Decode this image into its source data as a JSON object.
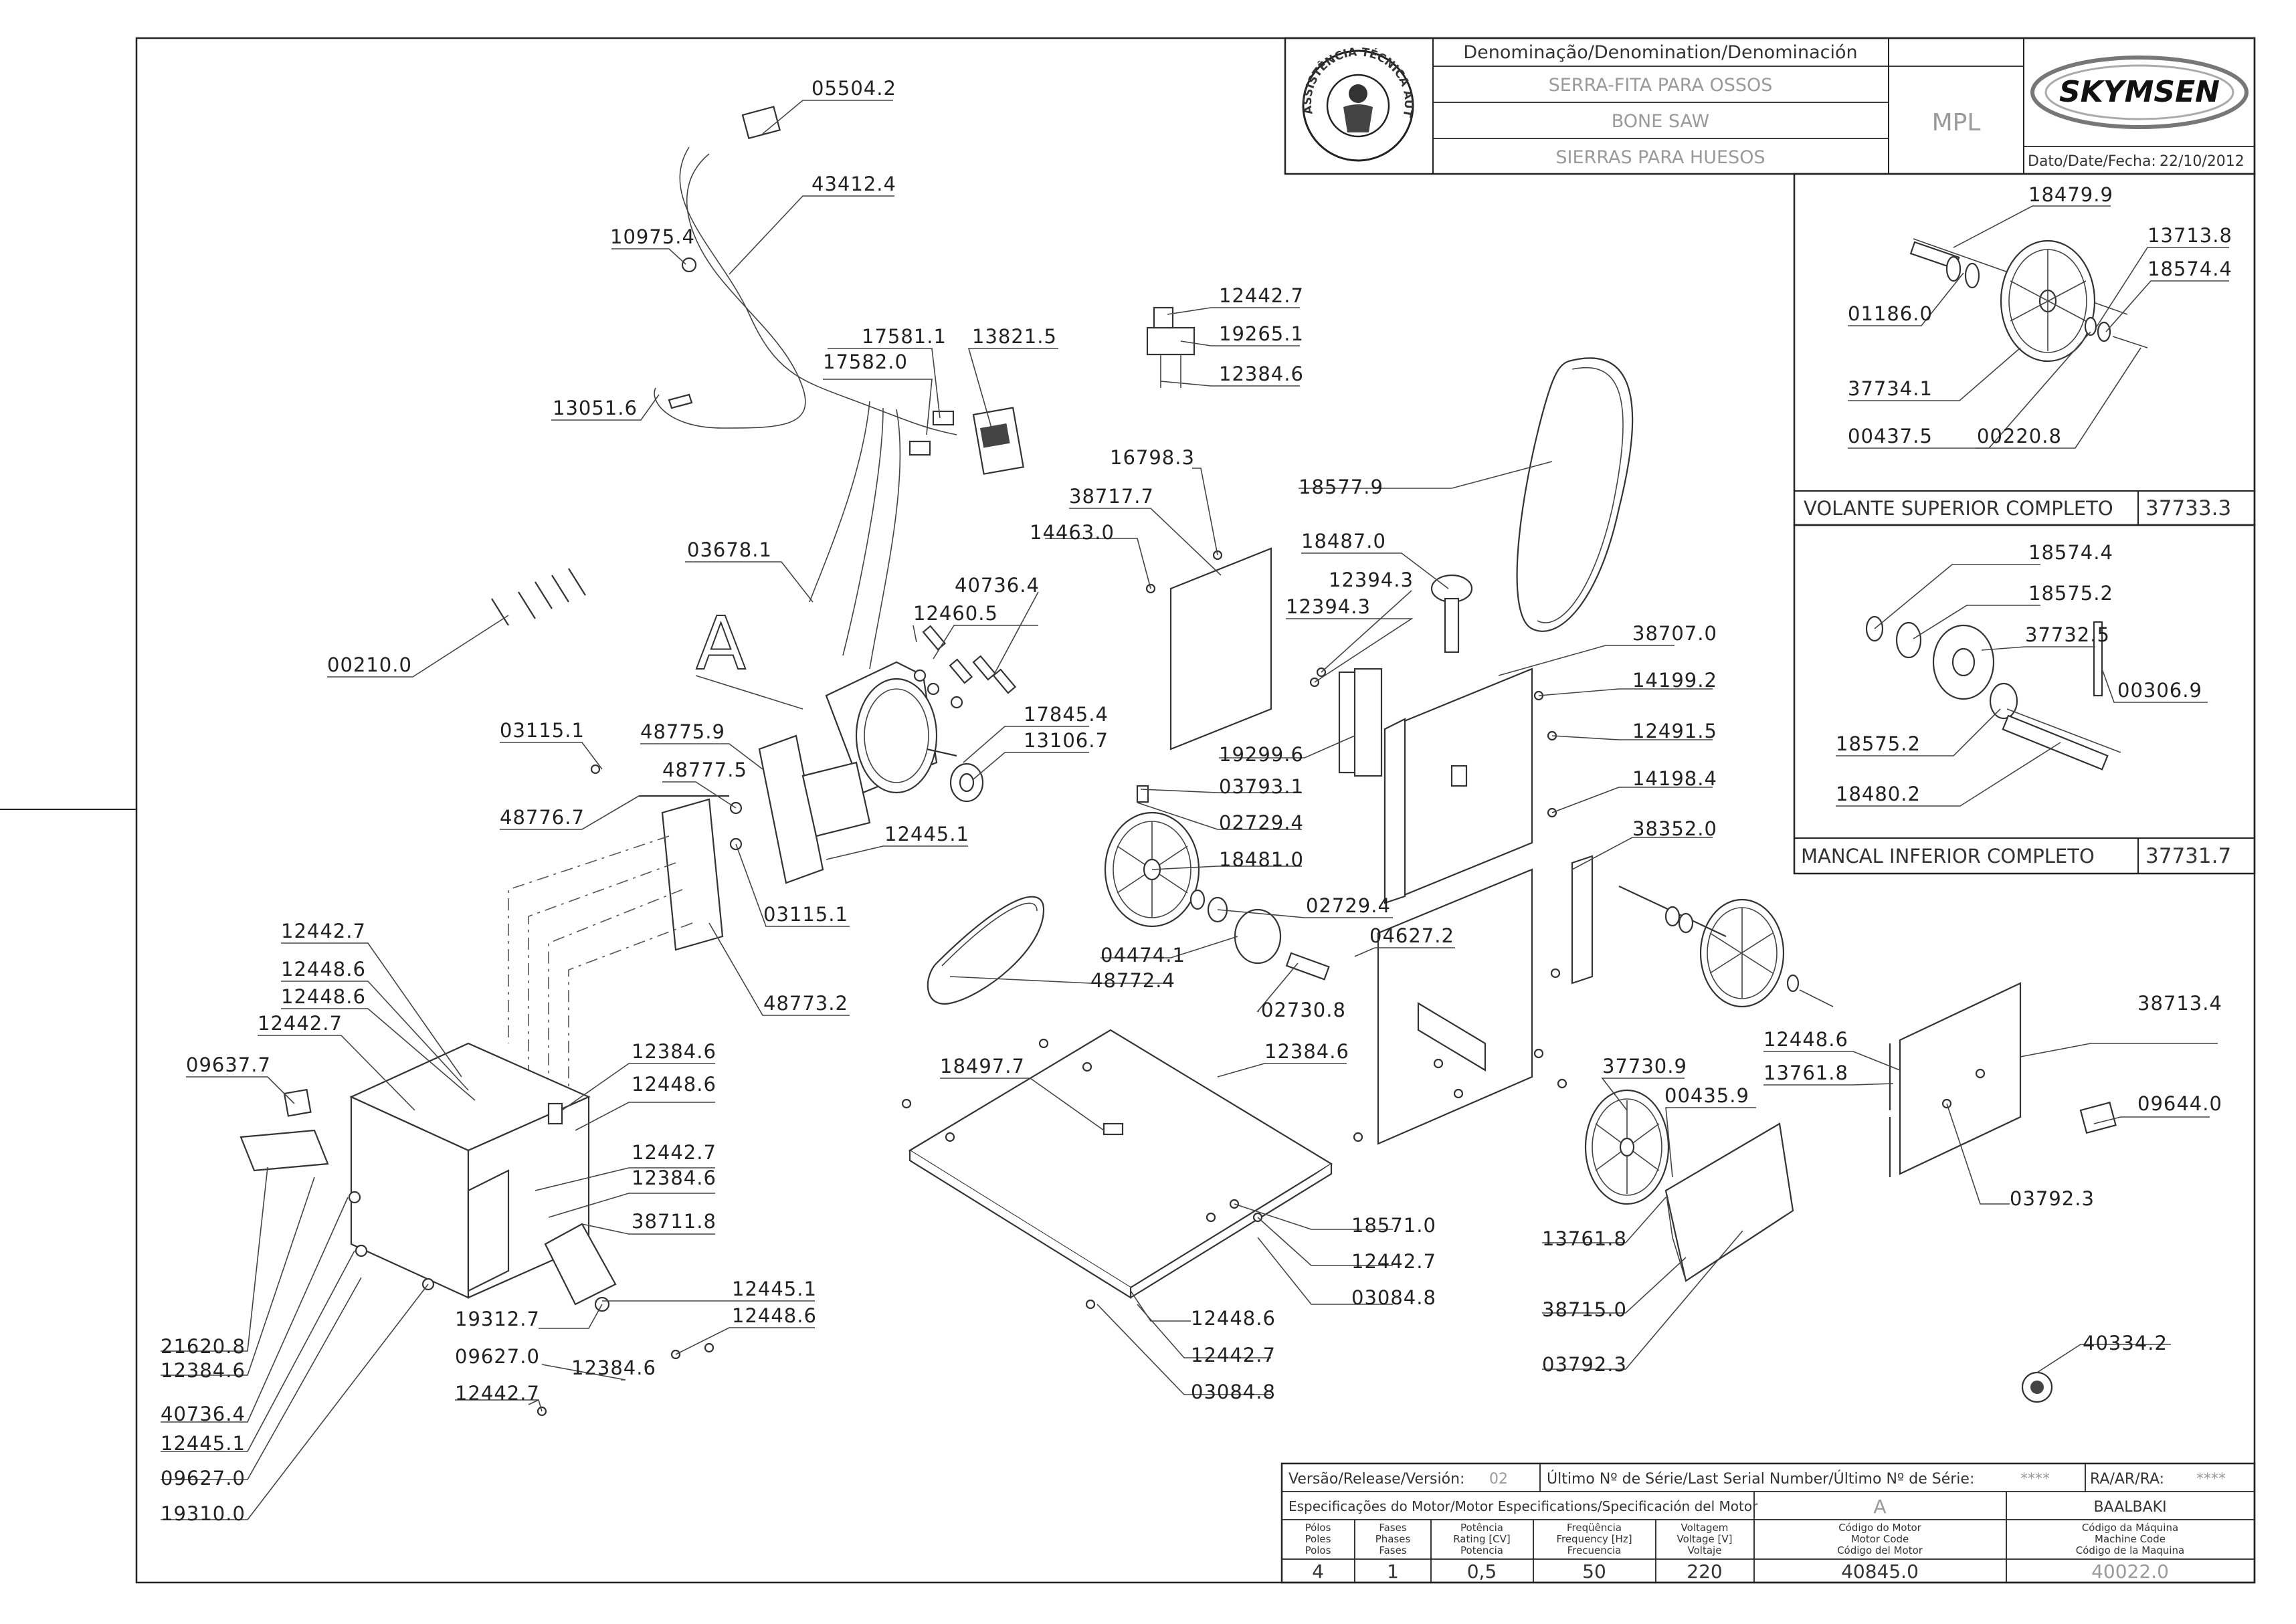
{
  "title_block": {
    "denomination_header": "Denominação/Denomination/Denominación",
    "name_pt": "SERRA-FITA PARA OSSOS",
    "name_en": "BONE SAW",
    "name_es": "SIERRAS PARA HUESOS",
    "model": "MPL",
    "brand": "SKYMSEN",
    "date_label": "Dato/Date/Fecha:",
    "date_value": "22/10/2012",
    "seal_text": "ASSISTÊNCIA TÉCNICA AUTORIZADA"
  },
  "detail_upper": {
    "title": "VOLANTE SUPERIOR COMPLETO",
    "code": "37733.3",
    "labels": [
      "18479.9",
      "13713.8",
      "18574.4",
      "01186.0",
      "37734.1",
      "00437.5",
      "00220.8"
    ]
  },
  "detail_lower": {
    "title": "MANCAL INFERIOR COMPLETO",
    "code": "37731.7",
    "labels": [
      "18574.4",
      "18575.2",
      "37732.5",
      "00306.9",
      "18575.2",
      "18480.2"
    ]
  },
  "view_marker": "A",
  "part_labels": {
    "p05504_2": "05504.2",
    "p43412_4": "43412.4",
    "p10975_4": "10975.4",
    "p13051_6": "13051.6",
    "p17581_1": "17581.1",
    "p17582_0": "17582.0",
    "p13821_5": "13821.5",
    "p03678_1": "03678.1",
    "p40736_4a": "40736.4",
    "p12460_5": "12460.5",
    "p17845_4": "17845.4",
    "p13106_7": "13106.7",
    "p00210_0": "00210.0",
    "p03115_1a": "03115.1",
    "p48775_9": "48775.9",
    "p48777_5": "48777.5",
    "p48776_7": "48776.7",
    "p12445_1a": "12445.1",
    "p03115_1b": "03115.1",
    "p48773_2": "48773.2",
    "p12442_7a": "12442.7",
    "p12448_6a": "12448.6",
    "p12448_6b": "12448.6",
    "p12442_7b": "12442.7",
    "p09637_7": "09637.7",
    "p12384_6a": "12384.6",
    "p12448_6c": "12448.6",
    "p12442_7c": "12442.7",
    "p12384_6b": "12384.6",
    "p38711_8": "38711.8",
    "p12445_1b": "12445.1",
    "p12448_6d": "12448.6",
    "p19312_7": "19312.7",
    "p09627_0a": "09627.0",
    "p12384_6c": "12384.6",
    "p12442_7d": "12442.7",
    "p21620_8": "21620.8",
    "p12384_6d": "12384.6",
    "p40736_4b": "40736.4",
    "p12445_1c": "12445.1",
    "p09627_0b": "09627.0",
    "p19310_0": "19310.0",
    "p12442_7e": "12442.7",
    "p19265_1": "19265.1",
    "p12384_6e": "12384.6",
    "p16798_3": "16798.3",
    "p38717_7": "38717.7",
    "p14463_0": "14463.0",
    "p18577_9": "18577.9",
    "p18487_0": "18487.0",
    "p12394_3a": "12394.3",
    "p12394_3b": "12394.3",
    "p38707_0": "38707.0",
    "p14199_2": "14199.2",
    "p12491_5": "12491.5",
    "p19299_6": "19299.6",
    "p03793_1": "03793.1",
    "p14198_4": "14198.4",
    "p02729_4a": "02729.4",
    "p38352_0": "38352.0",
    "p18481_0": "18481.0",
    "p02729_4b": "02729.4",
    "p04627_2": "04627.2",
    "p04474_1": "04474.1",
    "p48772_4": "48772.4",
    "p02730_8": "02730.8",
    "p18497_7": "18497.7",
    "p12384_6f": "12384.6",
    "p37730_9": "37730.9",
    "p00435_9": "00435.9",
    "p12448_6e": "12448.6",
    "p13761_8a": "13761.8",
    "p38713_4": "38713.4",
    "p09644_0": "09644.0",
    "p03792_3a": "03792.3",
    "p18571_0": "18571.0",
    "p12442_7f": "12442.7",
    "p03084_8a": "03084.8",
    "p13761_8b": "13761.8",
    "p38715_0": "38715.0",
    "p03792_3b": "03792.3",
    "p12448_6f": "12448.6",
    "p12442_7g": "12442.7",
    "p03084_8b": "03084.8",
    "p40334_2": "40334.2"
  },
  "info_block": {
    "version_label": "Versão/Release/Versión:",
    "version_value": "02",
    "serial_label": "Último Nº de Série/Last Serial Number/Último Nº de Série:",
    "serial_value": "****",
    "ra_label": "RA/AR/RA:",
    "ra_value": "****",
    "motor_spec_label": "Especificações do Motor/Motor Especifications/Specificación del Motor",
    "motor_ref": "A",
    "client": "BAALBAKI",
    "col_poles": [
      "Pólos",
      "Poles",
      "Polos"
    ],
    "col_phases": [
      "Fases",
      "Phases",
      "Fases"
    ],
    "col_power": [
      "Potência",
      "Rating [CV]",
      "Potencia"
    ],
    "col_freq": [
      "Freqüência",
      "Frequency [Hz]",
      "Frecuencia"
    ],
    "col_voltage": [
      "Voltagem",
      "Voltage [V]",
      "Voltaje"
    ],
    "col_motor_code": [
      "Código do Motor",
      "Motor Code",
      "Código del Motor"
    ],
    "col_machine_code": [
      "Código da Máquina",
      "Machine Code",
      "Código de la Maquina"
    ],
    "poles": "4",
    "phases": "1",
    "power": "0,5",
    "frequency": "50",
    "voltage": "220",
    "motor_code": "40845.0",
    "machine_code": "40022.0"
  }
}
